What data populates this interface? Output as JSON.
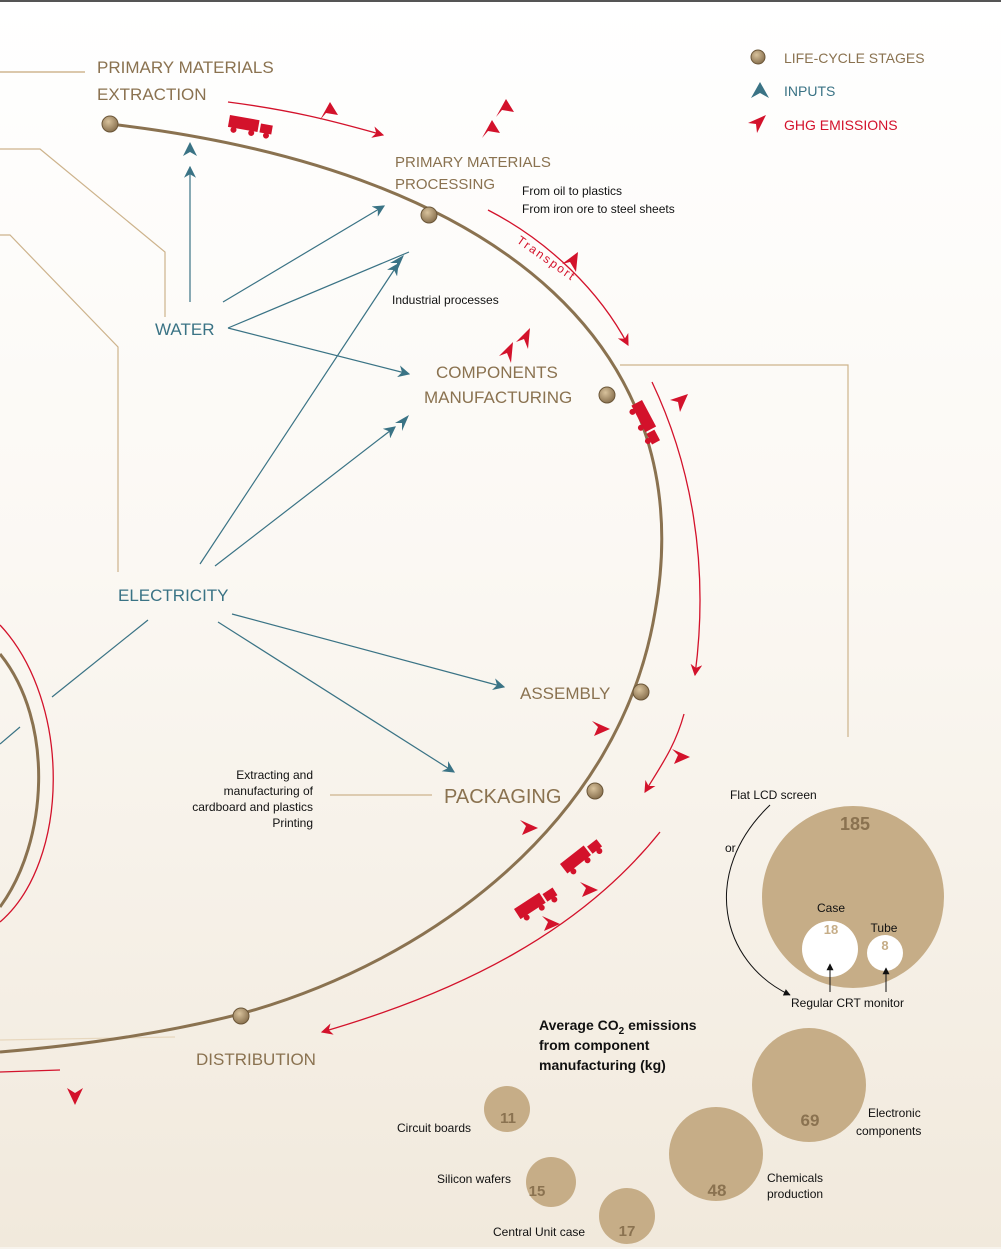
{
  "legend": {
    "stages": "LIFE-CYCLE STAGES",
    "inputs": "INPUTS",
    "emissions": "GHG  EMISSIONS"
  },
  "stages": {
    "extraction_1": "PRIMARY MATERIALS",
    "extraction_2": "EXTRACTION",
    "processing_1": "PRIMARY MATERIALS",
    "processing_2": "PROCESSING",
    "components_1": "COMPONENTS",
    "components_2": "MANUFACTURING",
    "assembly": "ASSEMBLY",
    "packaging": "PACKAGING",
    "distribution": "DISTRIBUTION"
  },
  "inputs": {
    "water": "WATER",
    "electricity": "ELECTRICITY"
  },
  "notes": {
    "processing_1": "From oil to plastics",
    "processing_2": "From iron ore to steel sheets",
    "industrial": "Industrial processes",
    "transport": "Transport",
    "packaging_1": "Extracting and",
    "packaging_2": "manufacturing of",
    "packaging_3": "cardboard and plastics",
    "packaging_4": "Printing"
  },
  "monitor": {
    "flat_lcd": "Flat LCD screen",
    "or": "or",
    "lcd_value": "185",
    "case_label": "Case",
    "case_value": "18",
    "tube_label": "Tube",
    "tube_value": "8",
    "crt": "Regular CRT monitor"
  },
  "chart_title": {
    "line1": "Average CO",
    "sub": "2",
    "line1_end": " emissions",
    "line2": "from component",
    "line3": "manufacturing (kg)"
  },
  "bubbles": {
    "circuit_label": "Circuit boards",
    "circuit_value": "11",
    "silicon_label": "Silicon wafers",
    "silicon_value": "15",
    "case_label": "Central Unit case",
    "case_value": "17",
    "chem_label_1": "Chemicals",
    "chem_label_2": "production",
    "chem_value": "48",
    "elec_label_1": "Electronic",
    "elec_label_2": "components",
    "elec_value": "69"
  },
  "colors": {
    "stage": "#8a7250",
    "input": "#3a7385",
    "emission": "#d3122b",
    "bubble": "#c6ad87"
  }
}
